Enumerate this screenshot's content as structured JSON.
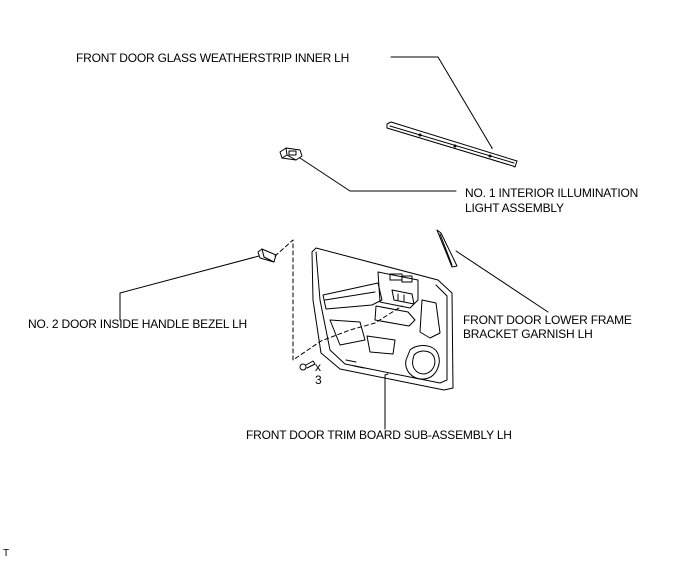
{
  "labels": {
    "weatherstrip": "FRONT DOOR GLASS WEATHERSTRIP INNER LH",
    "illumination_line1": "NO. 1 INTERIOR ILLUMINATION",
    "illumination_line2": "LIGHT ASSEMBLY",
    "handle_bezel": "NO. 2 DOOR INSIDE HANDLE BEZEL LH",
    "garnish_line1": "FRONT DOOR LOWER FRAME",
    "garnish_line2": "BRACKET GARNISH LH",
    "trim_board": "FRONT DOOR TRIM BOARD SUB-ASSEMBLY LH",
    "screw_qty_x": "x",
    "screw_qty_n": "3",
    "corner_mark": "T"
  }
}
